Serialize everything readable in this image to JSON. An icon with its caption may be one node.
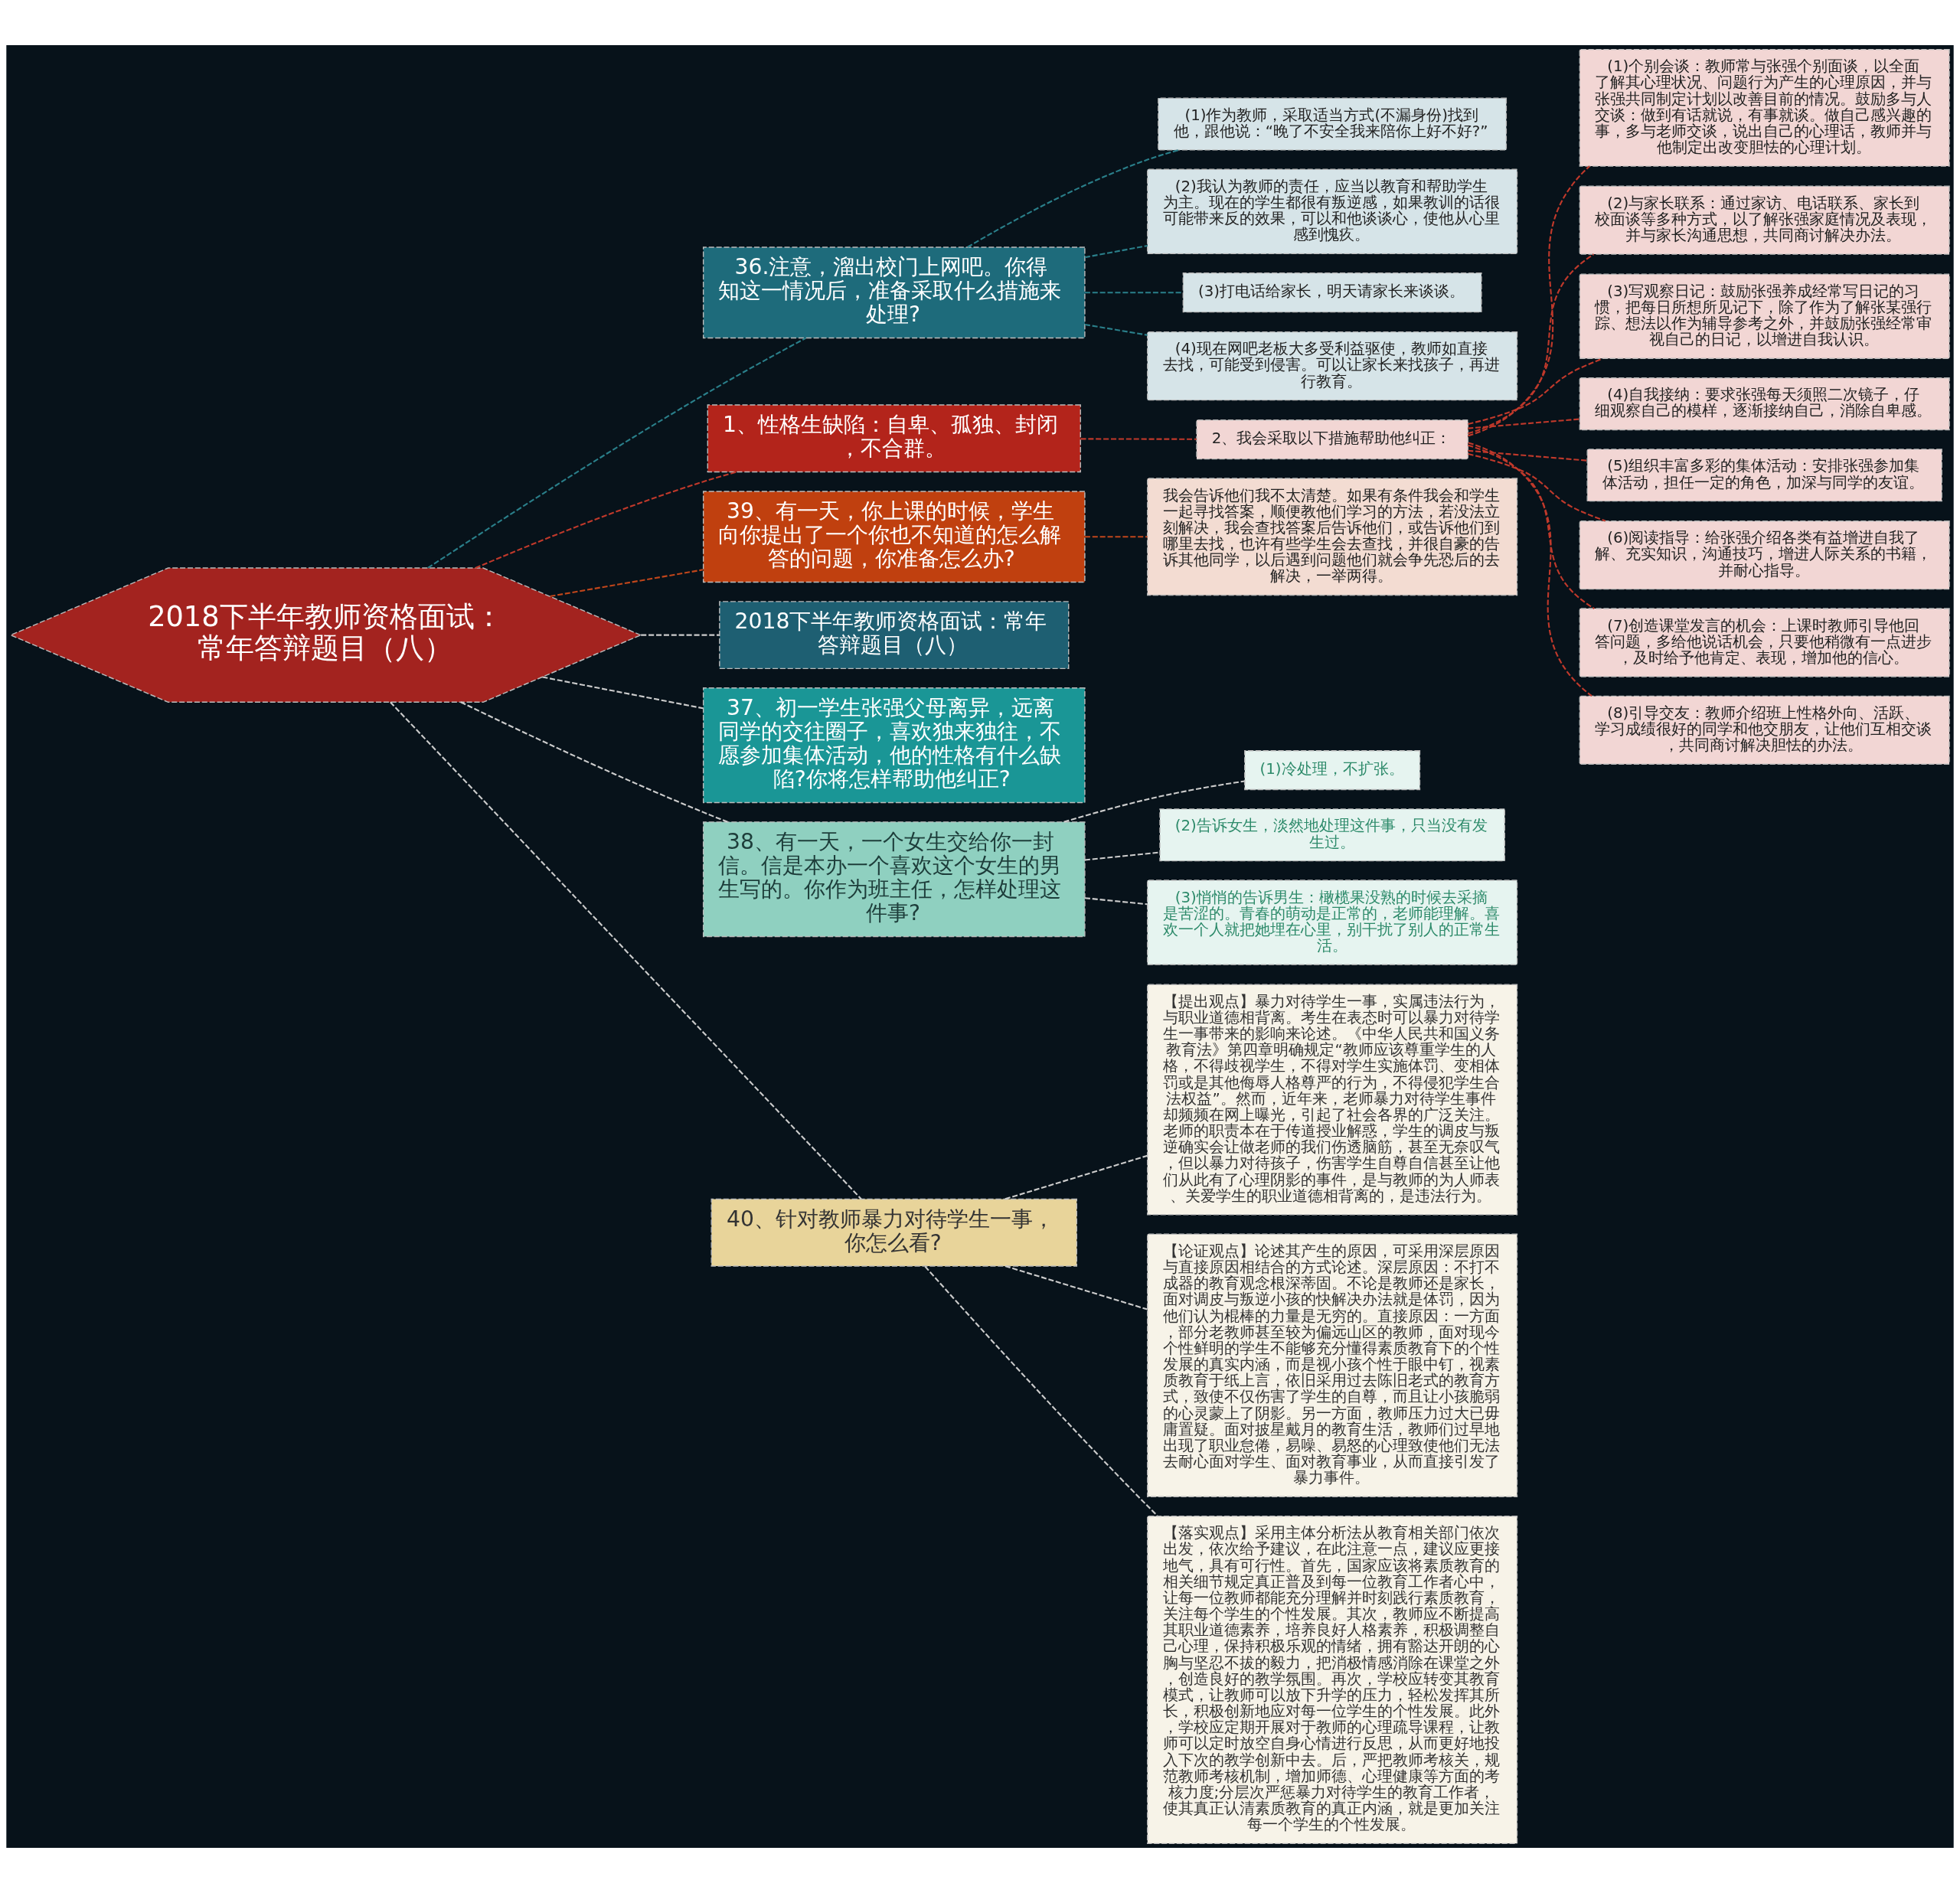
{
  "diagram": {
    "nodes": [
      {
        "text": [
          "2018下半年教师资格面试：常年答辩题目（八）"
        ]
      },
      {
        "text": [
          "36.注意，溜出校门上网吧。你得知这一情况后，准备采取什么措施来处理?"
        ]
      },
      {
        "text": [
          "(1)作为教师，采取适当方式(不漏身份)找到他，跟他说：“晚了不安全我来陪你上好不好?”"
        ]
      },
      {
        "text": [
          "(2)我认为教师的责任，应当以教育和帮助学生为主。现在的学生都很有叛逆感，如果教训的话很可能带来反的效果，可以和他谈谈心，使他从心里感到愧疚。"
        ]
      },
      {
        "text": [
          "(3)打电话给家长，明天请家长来谈谈。"
        ]
      },
      {
        "text": [
          "(4)现在网吧老板大多受利益驱使，教师如直接去找，可能受到侵害。可以让家长来找孩子，再进行教育。"
        ]
      },
      {
        "text": [
          "1、性格生缺陷：自卑、孤独、封闭，不合群。"
        ]
      },
      {
        "text": [
          "2、我会采取以下措施帮助他纠正："
        ]
      },
      {
        "text": [
          "(1)个别会谈：教师常与张强个别面谈，以全面了解其心理状况、问题行为产生的心理原因，并与张强共同制定计划以改善目前的情况。鼓励多与人交谈：做到有话就说，有事就谈。做自己感兴趣的事，多与老师交谈，说出自己的心理话，教师并与他制定出改变胆怯的心理计划。"
        ]
      },
      {
        "text": [
          "(2)与家长联系：通过家访、电话联系、家长到校面谈等多种方式，以了解张强家庭情况及表现，并与家长沟通思想，共同商讨解决办法。"
        ]
      },
      {
        "text": [
          "(3)写观察日记：鼓励张强养成经常写日记的习惯，把每日所想所见记下，除了作为了解张某强行踪、想法以作为辅导参考之外，并鼓励张强经常审视自己的日记，以增进自我认识。"
        ]
      },
      {
        "text": [
          "(4)自我接纳：要求张强每天须照二次镜子，仔细观察自己的模样，逐渐接纳自己，消除自卑感。"
        ]
      },
      {
        "text": [
          "(5)组织丰富多彩的集体活动：安排张强参加集体活动，担任一定的角色，加深与同学的友谊。"
        ]
      },
      {
        "text": [
          "(6)阅读指导：给张强介绍各类有益增进自我了解、充实知识，沟通技巧，增进人际关系的书籍，并耐心指导。"
        ]
      },
      {
        "text": [
          "(7)创造课堂发言的机会：上课时教师引导他回答问题，多给他说话机会，只要他稍微有一点进步，及时给予他肯定、表现，增加他的信心。"
        ]
      },
      {
        "text": [
          "(8)引导交友：教师介绍班上性格外向、活跃、学习成绩很好的同学和他交朋友，让他们互相交谈，共同商讨解决胆怯的办法。"
        ]
      },
      {
        "text": [
          "39、有一天，你上课的时候，学生向你提出了一个你也不知道的怎么解答的问题，你准备怎么办?"
        ]
      },
      {
        "text": [
          "我会告诉他们我不太清楚。如果有条件我会和学生一起寻找答案，顺便教他们学习的方法，若没法立刻解决，我会查找答案后告诉他们，或告诉他们到哪里去找，也许有些学生会去查找，并很自豪的告诉其他同学，以后遇到问题他们就会争先恐后的去解决，一举两得。"
        ]
      },
      {
        "text": [
          "2018下半年教师资格面试：常年答辩题目（八）"
        ]
      },
      {
        "text": [
          "37、初一学生张强父母离异，远离同学的交往圈子，喜欢独来独往，不愿参加集体活动，他的性格有什么缺陷?你将怎样帮助他纠正?"
        ]
      },
      {
        "text": [
          "38、有一天，一个女生交给你一封信。信是本办一个喜欢这个女生的男生写的。你作为班主任，怎样处理这件事?"
        ]
      },
      {
        "text": [
          "(1)冷处理，不扩张。"
        ]
      },
      {
        "text": [
          "(2)告诉女生，淡然地处理这件事，只当没有发生过。"
        ]
      },
      {
        "text": [
          "(3)悄悄的告诉男生：橄榄果没熟的时候去采摘是苦涩的。青春的萌动是正常的，老师能理解。喜欢一个人就把她埋在心里，别干扰了别人的正常生活。"
        ]
      },
      {
        "text": [
          "40、针对教师暴力对待学生一事，你怎么看?"
        ]
      },
      {
        "text": [
          "【提出观点】暴力对待学生一事，实属违法行为，与职业道德相背离。考生在表态时可以暴力对待学生一事带来的影响来论述。《中华人民共和国义务教育法》第四章明确规定“教师应该尊重学生的人格，不得歧视学生，不得对学生实施体罚、变相体罚或是其他侮辱人格尊严的行为，不得侵犯学生合法权益”。然而，近年来，老师暴力对待学生事件却频频在网上曝光，引起了社会各界的广泛关注。老师的职责本在于传道授业解惑，学生的调皮与叛逆确实会让做老师的我们伤透脑筋，甚至无奈叹气，但以暴力对待孩子，伤害学生自尊自信甚至让他们从此有了心理阴影的事件，是与教师的为人师表、关爱学生的职业道德相背离的，是违法行为。"
        ]
      },
      {
        "text": [
          "【论证观点】论述其产生的原因，可采用深层原因与直接原因相结合的方式论述。深层原因：不打不成器的教育观念根深蒂固。不论是教师还是家长，面对调皮与叛逆小孩的快解决办法就是体罚，因为他们认为棍棒的力量是无穷的。直接原因：一方面，部分老教师甚至较为偏远山区的教师，面对现今个性鲜明的学生不能够充分懂得素质教育下的个性发展的真实内涵，而是视小孩个性于眼中钉，视素质教育于纸上言，依旧采用过去陈旧老式的教育方式，致使不仅伤害了学生的自尊，而且让小孩脆弱的心灵蒙上了阴影。另一方面，教师压力过大已毋庸置疑。面对披星戴月的教育生活，教师们过早地出现了职业怠倦，易噪、易怒的心理致使他们无法去耐心面对学生、面对教育事业，从而直接引发了暴力事件。"
        ]
      },
      {
        "text": [
          "【落实观点】采用主体分析法从教育相关部门依次出发，依次给予建议，在此注意一点，建议应更接地气，具有可行性。首先，国家应该将素质教育的相关细节规定真正普及到每一位教育工作者心中，让每一位教师都能充分理解并时刻践行素质教育，关注每个学生的个性发展。其次，教师应不断提高其职业道德素养，培养良好人格素养，积极调整自己心理，保持积极乐观的情绪，拥有豁达开朗的心胸与坚忍不拔的毅力，把消极情感消除在课堂之外，创造良好的教学氛围。再次，学校应转变其教育模式，让教师可以放下升学的压力，轻松发挥其所长，积极创新地应对每一位学生的个性发展。此外，学校应定期开展对于教师的心理疏导课程，让教师可以定时放空自身心情进行反思，从而更好地投入下次的教学创新中去。后，严把教师考核关，规范教师考核机制，增加师德、心理健康等方面的考核力度;分层次严惩暴力对待学生的教育工作者，使其真正认清素质教育的真正内涵，就是更加关注每一个学生的个性发展。"
        ]
      }
    ],
    "edges": [
      {
        "from": 0,
        "to": 1,
        "arrow": "none",
        "style": "dashed",
        "color": "#2a7f8a"
      },
      {
        "from": 1,
        "to": 2,
        "arrow": "none",
        "style": "dashed",
        "color": "#2a7f8a"
      },
      {
        "from": 1,
        "to": 3,
        "arrow": "none",
        "style": "dashed",
        "color": "#2a7f8a"
      },
      {
        "from": 1,
        "to": 4,
        "arrow": "none",
        "style": "dashed",
        "color": "#2a7f8a"
      },
      {
        "from": 1,
        "to": 5,
        "arrow": "none",
        "style": "dashed",
        "color": "#2a7f8a"
      },
      {
        "from": 0,
        "to": 6,
        "arrow": "none",
        "style": "dashed",
        "color": "#c0392b"
      },
      {
        "from": 6,
        "to": 7,
        "arrow": "none",
        "style": "dashed",
        "color": "#c0392b"
      },
      {
        "from": 7,
        "to": 8,
        "arrow": "none",
        "style": "dashed",
        "color": "#c0392b"
      },
      {
        "from": 7,
        "to": 9,
        "arrow": "none",
        "style": "dashed",
        "color": "#c0392b"
      },
      {
        "from": 7,
        "to": 10,
        "arrow": "none",
        "style": "dashed",
        "color": "#c0392b"
      },
      {
        "from": 7,
        "to": 11,
        "arrow": "none",
        "style": "dashed",
        "color": "#c0392b"
      },
      {
        "from": 7,
        "to": 12,
        "arrow": "none",
        "style": "dashed",
        "color": "#c0392b"
      },
      {
        "from": 7,
        "to": 13,
        "arrow": "none",
        "style": "dashed",
        "color": "#c0392b"
      },
      {
        "from": 7,
        "to": 14,
        "arrow": "none",
        "style": "dashed",
        "color": "#c0392b"
      },
      {
        "from": 7,
        "to": 15,
        "arrow": "none",
        "style": "dashed",
        "color": "#c0392b"
      },
      {
        "from": 0,
        "to": 16,
        "arrow": "none",
        "style": "dashed",
        "color": "#c0461b"
      },
      {
        "from": 16,
        "to": 17,
        "arrow": "none",
        "style": "dashed",
        "color": "#c0461b"
      },
      {
        "from": 0,
        "to": 18,
        "arrow": "none",
        "style": "dashed",
        "color": "#cccccc"
      },
      {
        "from": 0,
        "to": 19,
        "arrow": "none",
        "style": "dashed",
        "color": "#cccccc"
      },
      {
        "from": 0,
        "to": 20,
        "arrow": "none",
        "style": "dashed",
        "color": "#cccccc"
      },
      {
        "from": 20,
        "to": 21,
        "arrow": "none",
        "style": "dashed",
        "color": "#cccccc"
      },
      {
        "from": 20,
        "to": 22,
        "arrow": "none",
        "style": "dashed",
        "color": "#cccccc"
      },
      {
        "from": 20,
        "to": 23,
        "arrow": "none",
        "style": "dashed",
        "color": "#cccccc"
      },
      {
        "from": 0,
        "to": 24,
        "arrow": "none",
        "style": "dashed",
        "color": "#cccccc"
      },
      {
        "from": 24,
        "to": 25,
        "arrow": "none",
        "style": "dashed",
        "color": "#cccccc"
      },
      {
        "from": 24,
        "to": 26,
        "arrow": "none",
        "style": "dashed",
        "color": "#cccccc"
      },
      {
        "from": 24,
        "to": 27,
        "arrow": "none",
        "style": "dashed",
        "color": "#cccccc"
      }
    ]
  }
}
